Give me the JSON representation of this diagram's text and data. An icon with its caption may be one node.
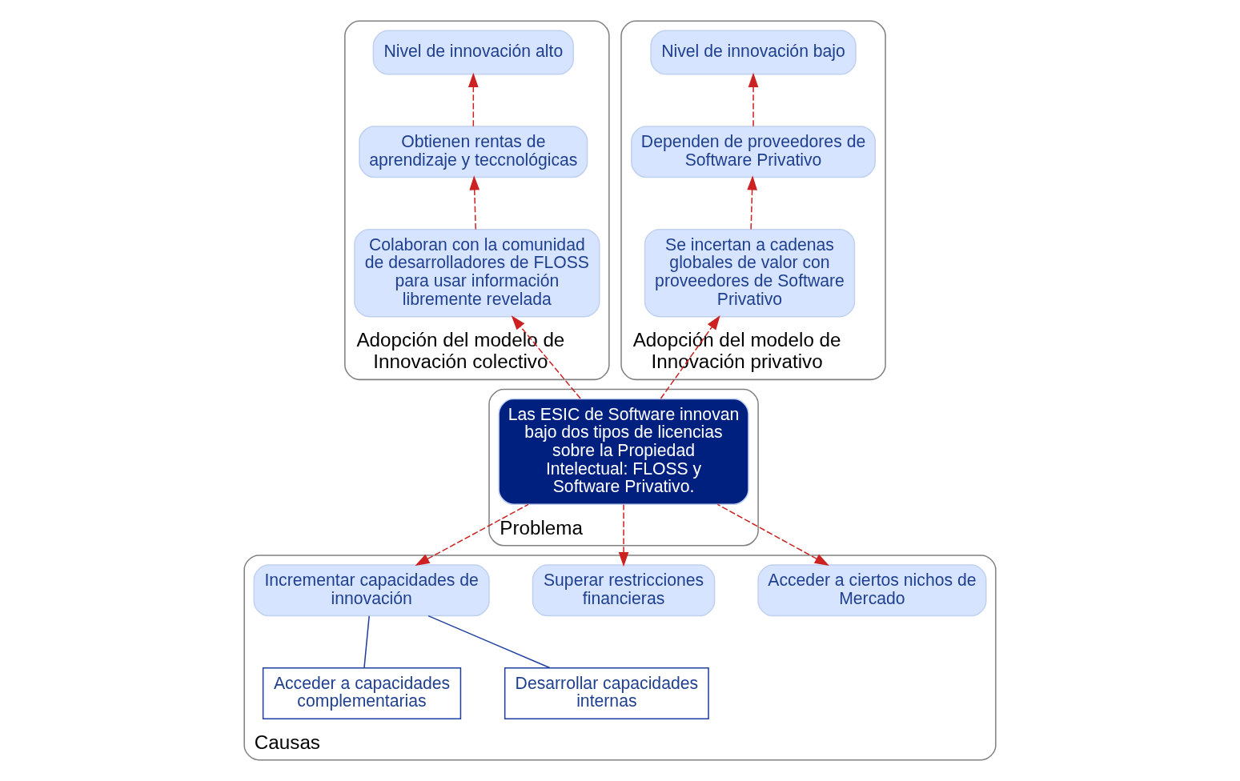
{
  "diagram": {
    "nodes": [
      {
        "text": [
          "Adopción del modelo de Innovación colectivo"
        ]
      },
      {
        "text": [
          "Adopción del modelo de Innovación privativo"
        ]
      },
      {
        "text": [
          "Nivel de innovación alto"
        ],
        "in": 0
      },
      {
        "text": [
          "Obtienen rentas de aprendizaje y teccnológicas"
        ],
        "in": 0
      },
      {
        "text": [
          "Colaboran con la comunidad de desarrolladores de FLOSS para usar información libremente revelada"
        ],
        "in": 0
      },
      {
        "text": [
          "Nivel de innovación bajo"
        ],
        "in": 1
      },
      {
        "text": [
          "Dependen de proveedores de Software Privativo"
        ],
        "in": 1
      },
      {
        "text": [
          "Se incertan a cadenas globales de valor con proveedores de Software Privativo"
        ],
        "in": 1
      },
      {
        "text": [
          "Problema"
        ]
      },
      {
        "text": [
          "Las ESIC de Software innovan bajo dos tipos de licencias sobre la Propiedad Intelectual: FLOSS y Software Privativo."
        ],
        "in": 8
      },
      {
        "text": [
          "Causas"
        ]
      },
      {
        "text": [
          "Acceder a ciertos nichos de Mercado"
        ],
        "in": 10
      },
      {
        "text": [
          "Incrementar capacidades de innovación"
        ],
        "in": 10
      },
      {
        "text": [
          "Superar restricciones financieras"
        ],
        "in": 10
      },
      {
        "text": [
          "Desarrollar capacidades internas"
        ],
        "in": 10
      },
      {
        "text": [
          "Acceder a capacidades complementarias"
        ],
        "in": 10
      }
    ],
    "edges": [
      {
        "from": 3,
        "to": 2,
        "arrow": "to",
        "style": "dashed"
      },
      {
        "from": 4,
        "to": 3,
        "arrow": "to",
        "style": "dashed"
      },
      {
        "from": 6,
        "to": 5,
        "arrow": "to",
        "style": "dashed"
      },
      {
        "from": 7,
        "to": 6,
        "arrow": "to",
        "style": "dashed"
      },
      {
        "from": 9,
        "to": 4,
        "arrow": "to",
        "style": "dashed"
      },
      {
        "from": 9,
        "to": 7,
        "arrow": "to",
        "style": "dashed"
      },
      {
        "from": 9,
        "to": 11,
        "arrow": "to",
        "style": "dashed"
      },
      {
        "from": 9,
        "to": 12,
        "arrow": "to",
        "style": "dashed"
      },
      {
        "from": 9,
        "to": 13,
        "arrow": "to",
        "style": "dashed"
      },
      {
        "from": 12,
        "to": 14,
        "arrow": "none",
        "color": "#1f3f9f"
      },
      {
        "from": 12,
        "to": 15,
        "arrow": "none",
        "color": "#1f3f9f"
      }
    ]
  }
}
